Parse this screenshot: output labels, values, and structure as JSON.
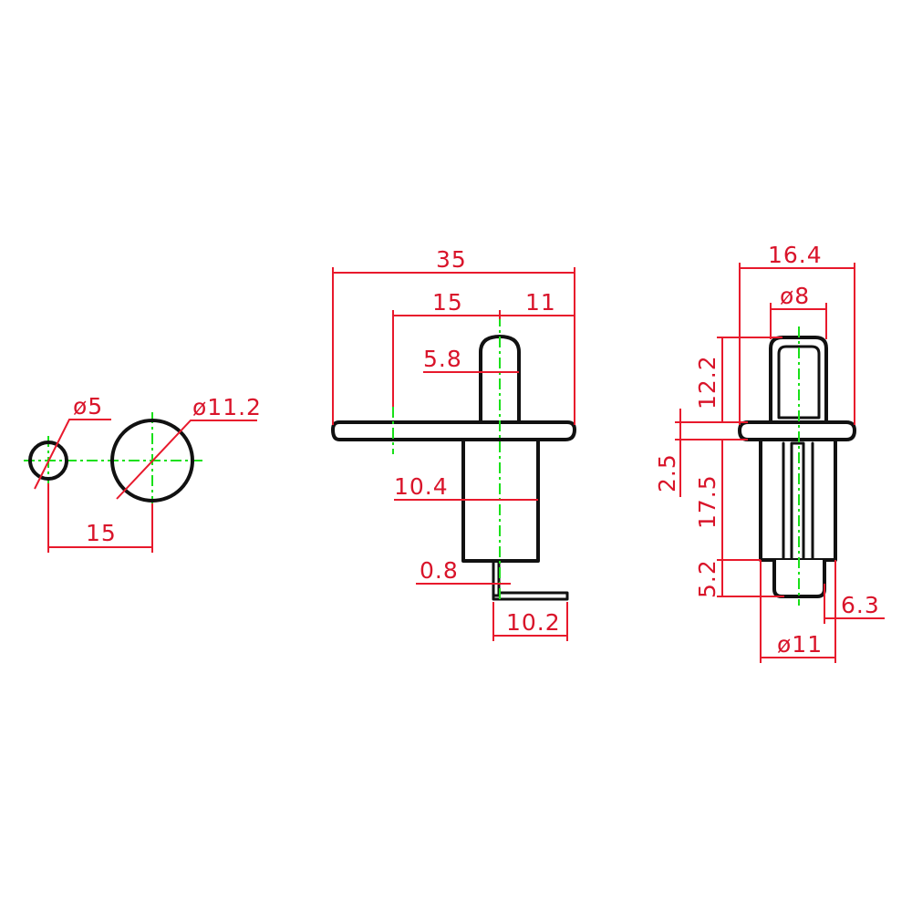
{
  "colors": {
    "outline": "#111111",
    "dimension": "#e8192c",
    "centerline": "#19e019",
    "background": "#ffffff"
  },
  "hole_view": {
    "small_hole_diameter": "ø5",
    "large_hole_diameter": "ø11.2",
    "center_distance": "15"
  },
  "front_view": {
    "overall_width": "35",
    "left_to_plunger": "15",
    "plunger_to_right": "11",
    "plunger_width": "5.8",
    "body_width": "10.4",
    "terminal_thickness": "0.8",
    "terminal_length": "10.2"
  },
  "side_view": {
    "flange_width": "16.4",
    "plunger_diameter": "ø8",
    "plunger_height": "12.2",
    "flange_thickness": "2.5",
    "body_length": "17.5",
    "tip_length": "5.2",
    "tip_offset": "6.3",
    "body_diameter": "ø11"
  }
}
